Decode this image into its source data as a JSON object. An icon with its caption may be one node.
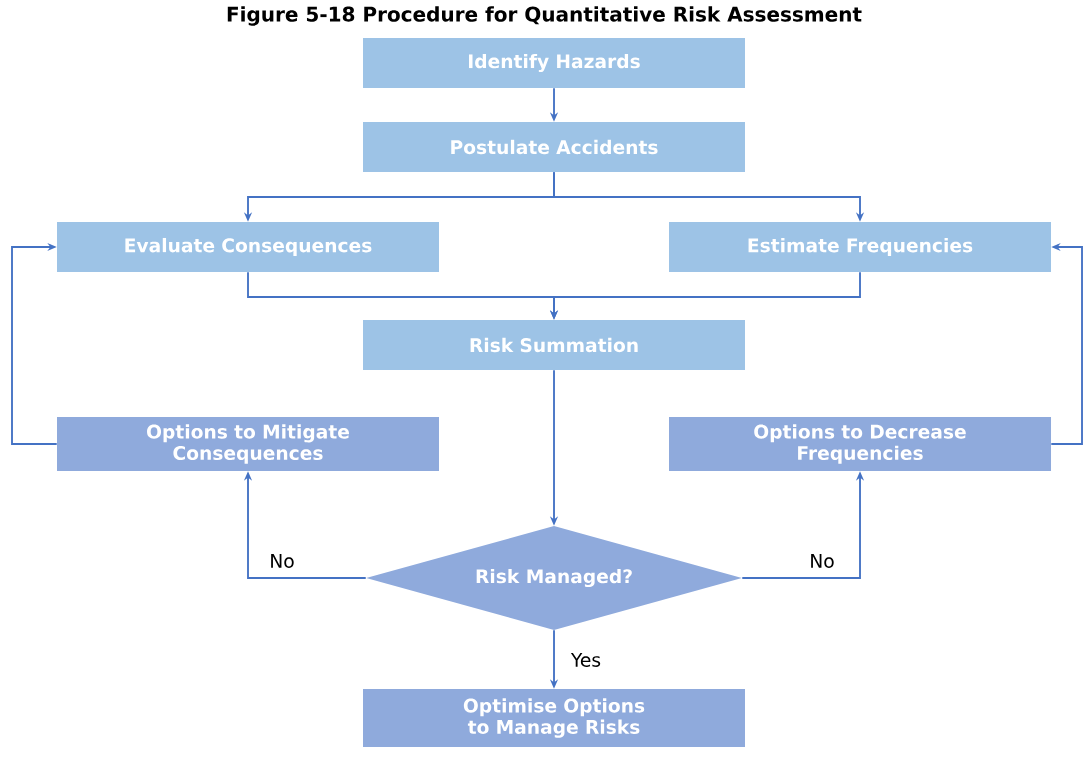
{
  "diagram": {
    "title": "Figure 5-18 Procedure for Quantitative Risk Assessment",
    "nodes": [
      {
        "text": [
          "Identify Hazards"
        ]
      },
      {
        "text": [
          "Postulate Accidents"
        ]
      },
      {
        "text": [
          "Evaluate Consequences"
        ]
      },
      {
        "text": [
          "Estimate Frequencies"
        ]
      },
      {
        "text": [
          "Risk Summation"
        ]
      },
      {
        "text": [
          "Options to Mitigate Consequences"
        ]
      },
      {
        "text": [
          "Options to Decrease Frequencies"
        ]
      },
      {
        "text": [
          "Risk Managed?"
        ]
      },
      {
        "text": [
          "Optimise Options to Manage Risks"
        ]
      }
    ],
    "edges": [
      {
        "from": 0,
        "to": 1,
        "arrow": "to"
      },
      {
        "from": 1,
        "to": 2,
        "arrow": "to"
      },
      {
        "from": 1,
        "to": 3,
        "arrow": "to"
      },
      {
        "from": 2,
        "to": 4,
        "arrow": "to"
      },
      {
        "from": 3,
        "to": 4,
        "arrow": "to"
      },
      {
        "from": 4,
        "to": 7,
        "arrow": "to"
      },
      {
        "from": 7,
        "to": 5,
        "label": "No",
        "arrow": "to"
      },
      {
        "from": 7,
        "to": 6,
        "label": "No",
        "arrow": "to"
      },
      {
        "from": 7,
        "to": 8,
        "label": "Yes",
        "arrow": "to"
      },
      {
        "from": 5,
        "to": 2,
        "arrow": "to"
      },
      {
        "from": 6,
        "to": 3,
        "arrow": "to"
      }
    ]
  }
}
